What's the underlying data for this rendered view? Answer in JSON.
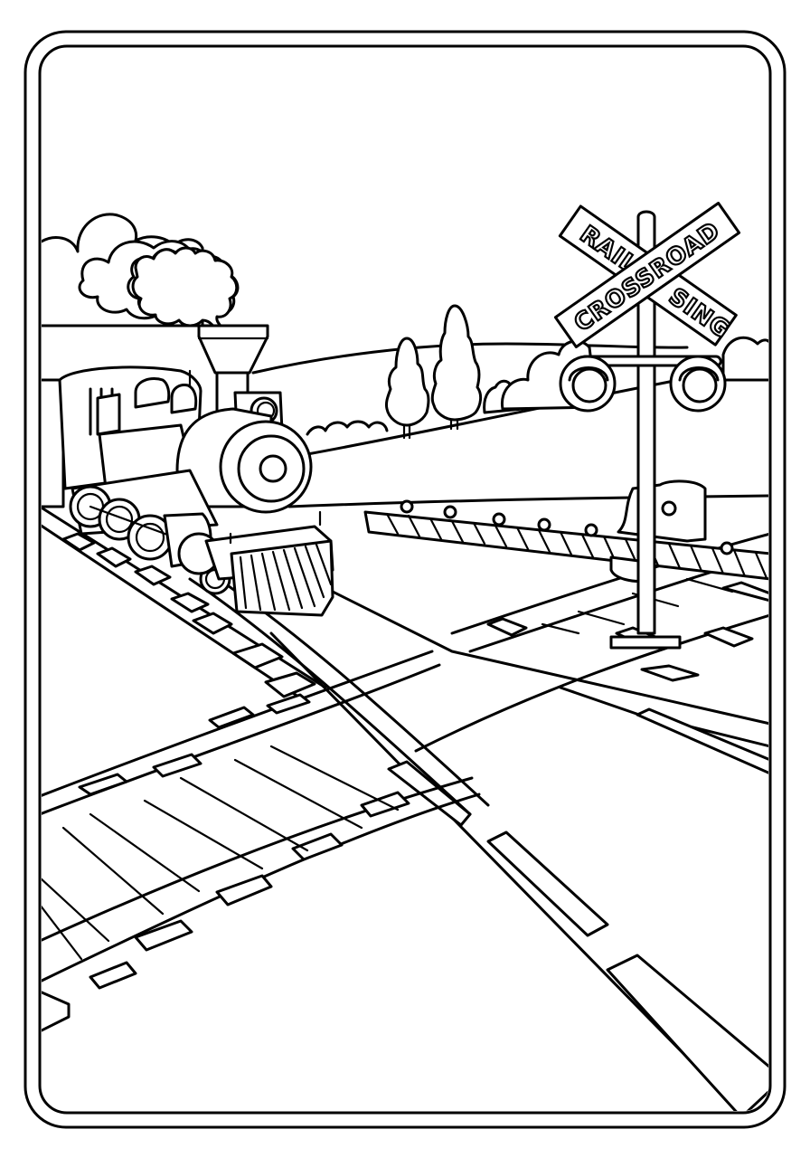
{
  "page": {
    "type": "coloring-page",
    "subject": "Steam locomotive at a railroad crossing",
    "colors": {
      "line": "#000000",
      "background": "#ffffff"
    }
  },
  "sign": {
    "arm_one_top": "RAIL",
    "arm_one_bottom": "SING",
    "arm_two": "CROSSROAD"
  },
  "scene": {
    "elements": [
      "frame",
      "clouds",
      "smoke",
      "hills",
      "trees",
      "bushes",
      "locomotive",
      "railroad-crossing-sign",
      "signal-lights",
      "crossing-gate",
      "railroad-tracks",
      "road",
      "road-dashes"
    ]
  }
}
